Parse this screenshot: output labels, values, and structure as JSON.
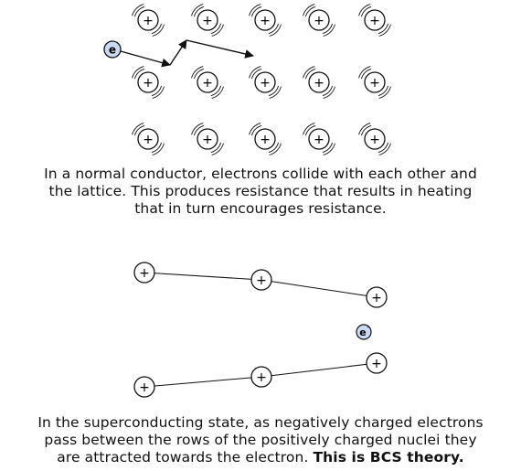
{
  "symbols": {
    "nucleus": "+",
    "electron_normal": "e",
    "electron_super": "e",
    "electron_super_sup": "-"
  },
  "captions": {
    "normal": [
      "In a normal conductor,  electrons collide with each other and",
      "the lattice. This produces resistance that results in heating",
      "that in turn encourages resistance."
    ],
    "superconducting": {
      "line1": "In the superconducting  state, as negatively charged electrons",
      "line2": "pass between the rows of the positively charged nuclei they",
      "line3_plain": "are attracted towards the electron. ",
      "line3_bold": "This is BCS theory."
    }
  },
  "colors": {
    "electron_fill": "#c9daf2",
    "line": "#111111"
  }
}
